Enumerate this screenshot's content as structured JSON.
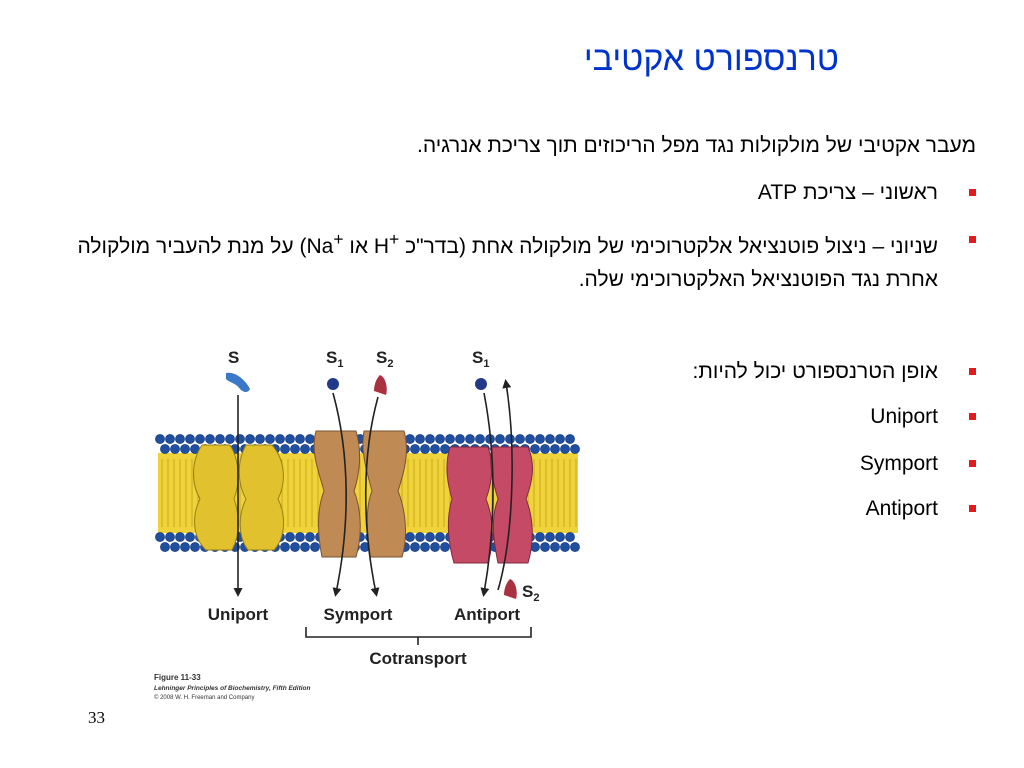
{
  "slide": {
    "title": "טרנספורט אקטיבי",
    "intro": "מעבר אקטיבי של מולקולות נגד מפל הריכוזים תוך צריכת אנרגיה.",
    "bullets": {
      "primary": "ראשוני – צריכת ATP",
      "secondary_a": "שניוני – ניצול פוטנציאל אלקטרוכימי של מולקולה אחת (בדר\"כ ",
      "h": "H",
      "plus": "+",
      "or": " או ",
      "na": "Na",
      "secondary_b": ") על מנת להעביר מולקולה אחרת נגד הפוטנציאל האלקטרוכימי שלה.",
      "modes": "אופן הטרנספורט יכול להיות:",
      "uniport": "Uniport",
      "symport": "Symport",
      "antiport": "Antiport"
    },
    "page_number": "33"
  },
  "figure": {
    "labels": {
      "s": "S",
      "sub1": "1",
      "sub2": "2",
      "uniport": "Uniport",
      "symport": "Symport",
      "antiport": "Antiport",
      "cotransport": "Cotransport"
    },
    "caption": {
      "figure": "Figure 11-33",
      "book": "Lehninger Principles of Biochemistry, Fifth Edition",
      "copyright": "© 2008 W. H. Freeman and Company"
    },
    "colors": {
      "lipid_head": "#1f4f9e",
      "lipid_tail": "#f0d23a",
      "uniporter": "#e2c12e",
      "symporter": "#c08a55",
      "antiporter": "#c44a66",
      "s1_molecule": "#233a8a",
      "s2_molecule": "#a8323f",
      "s_molecule": "#3a78c8"
    }
  }
}
